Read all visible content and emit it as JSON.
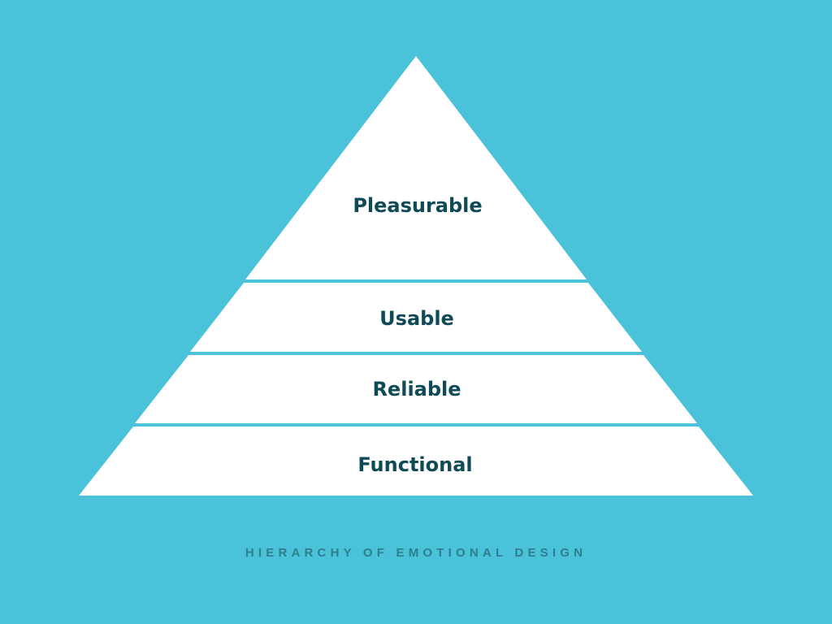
{
  "background_color": "#4ac3da",
  "tier_fill_color": "#ffffff",
  "label_color": "#0f4a57",
  "caption_color": "#2f7d8e",
  "tiers": [
    {
      "label": "Pleasurable"
    },
    {
      "label": "Usable"
    },
    {
      "label": "Reliable"
    },
    {
      "label": "Functional"
    }
  ],
  "caption": "HIERARCHY OF EMOTIONAL DESIGN"
}
